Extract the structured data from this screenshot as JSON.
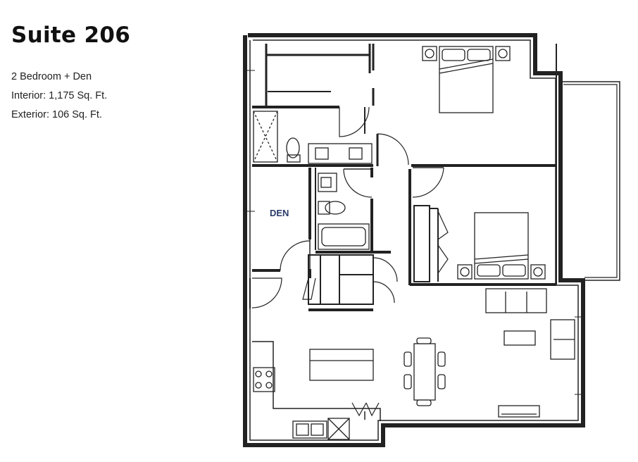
{
  "suite": {
    "title": "Suite 206",
    "layout": "2 Bedroom + Den",
    "interior": "Interior: 1,175 Sq. Ft.",
    "exterior": "Exterior: 106 Sq. Ft."
  },
  "plan": {
    "rooms": {
      "den": "DEN"
    },
    "colors": {
      "wall": "#222222",
      "label": "#2a3a6a"
    }
  }
}
